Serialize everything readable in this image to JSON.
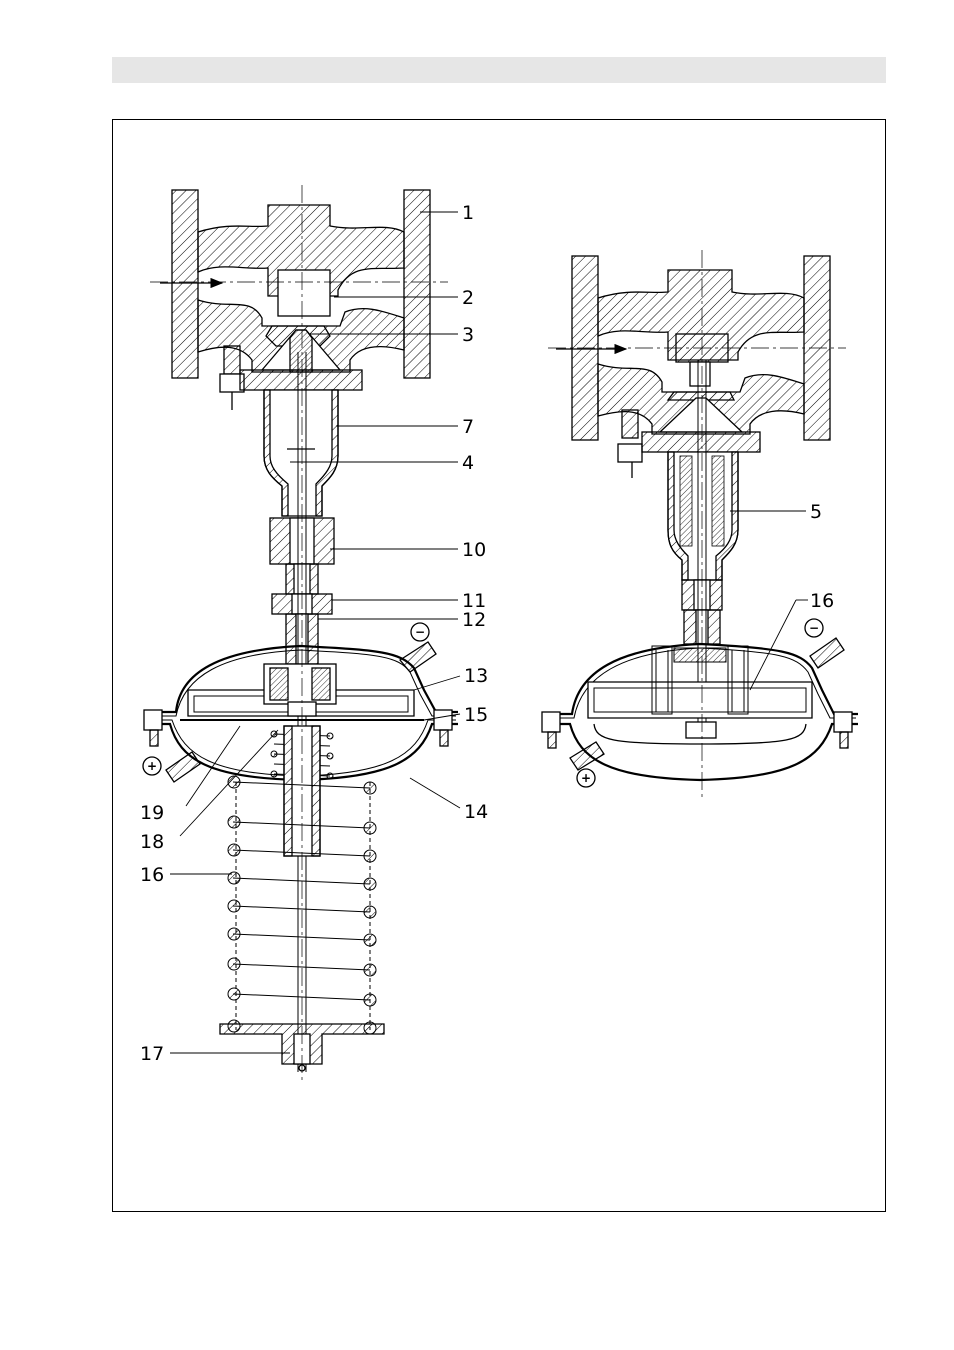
{
  "labels": {
    "l1": "1",
    "l2": "2",
    "l3": "3",
    "l7": "7",
    "l4": "4",
    "l10": "10",
    "l11": "11",
    "l12": "12",
    "l13": "13",
    "l15": "15",
    "l19": "19",
    "l18": "18",
    "l14": "14",
    "l16a": "16",
    "l17": "17",
    "l5": "5",
    "l16b": "16"
  },
  "ports": {
    "minus": "−",
    "plus": "+"
  },
  "colors": {
    "ink": "#000000",
    "header": "#e6e6e6"
  }
}
